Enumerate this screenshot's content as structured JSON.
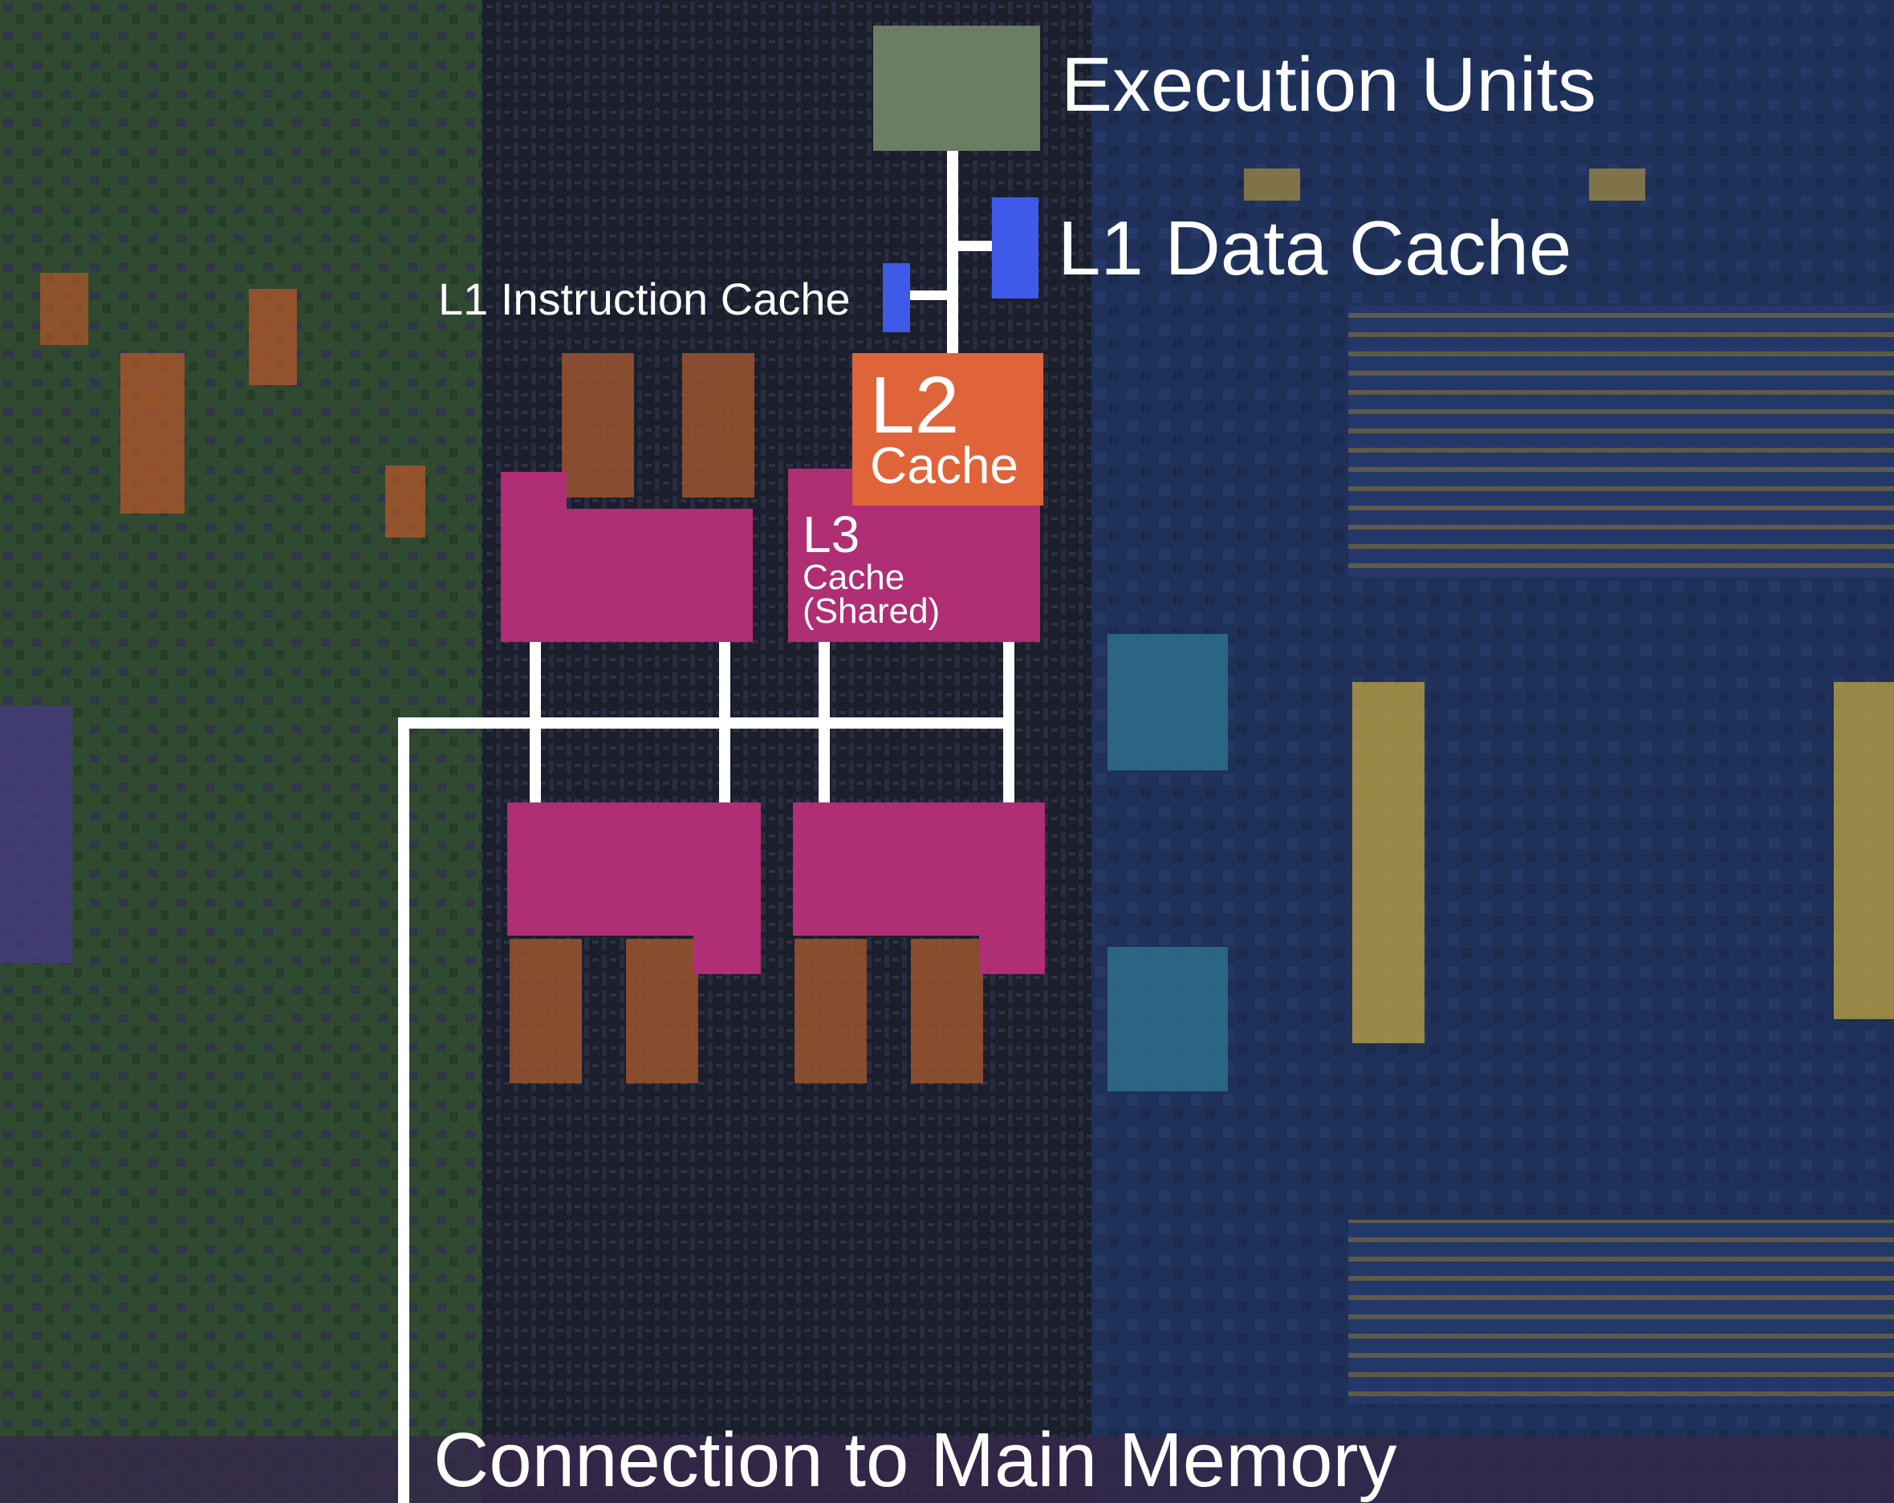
{
  "labels": {
    "execution_units": "Execution Units",
    "l1_data_cache": "L1 Data Cache",
    "l1_instruction_cache": "L1 Instruction Cache",
    "l2_title": "L2",
    "l2_sub": "Cache",
    "l3_title": "L3",
    "l3_sub1": "Cache",
    "l3_sub2": "(Shared)",
    "memory": "Connection to Main Memory"
  },
  "colors": {
    "execution_units": "#6b7d62",
    "l1_cache": "#3d5be8",
    "l2_cache": "#e0643a",
    "l3_cache": "#b02e74",
    "connector": "#ffffff",
    "die_left": "#2f4a30",
    "die_center": "#1c1f2e",
    "die_right": "#1f3158"
  }
}
